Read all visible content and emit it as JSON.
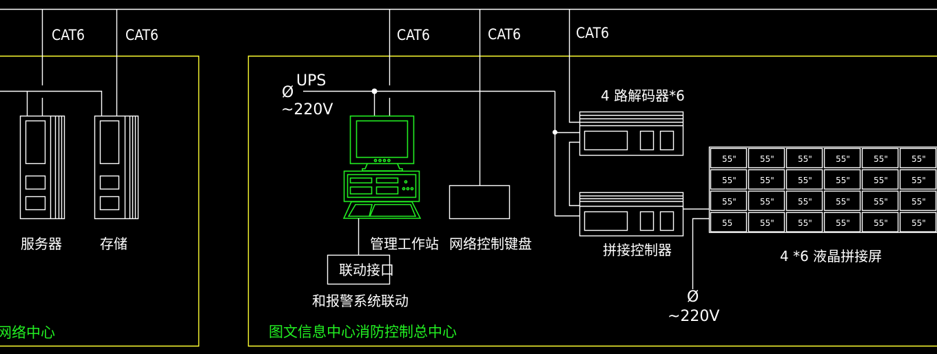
{
  "colors": {
    "background": "#000000",
    "wire": "#ffffff",
    "area_border": "#ffff33",
    "workstation": "#22ee22",
    "area_label": "#22ee22"
  },
  "cable_labels": [
    "CAT6",
    "CAT6",
    "CAT6",
    "CAT6",
    "CAT6"
  ],
  "network_center": {
    "area_label": "网络中心",
    "devices": [
      {
        "label": "服务器",
        "icon": "server-icon"
      },
      {
        "label": "存储",
        "icon": "storage-icon"
      }
    ]
  },
  "control_center": {
    "area_label": "图文信息中心消防控制总中心",
    "power_in": {
      "name": "UPS",
      "symbol": "Ø",
      "voltage": "~220V"
    },
    "workstation": {
      "label": "管理工作站",
      "icon": "workstation-icon"
    },
    "keyboard": {
      "label": "网络控制键盘"
    },
    "linkage": {
      "box_label": "联动接口",
      "caption": "和报警系统联动"
    },
    "decoder": {
      "label": "4 路解码器*6"
    },
    "splicer": {
      "label": "拼接控制器"
    },
    "power_out": {
      "symbol": "Ø",
      "voltage": "~220V"
    },
    "video_wall": {
      "label": "4 *6  液晶拼接屏",
      "rows": 4,
      "cols": 6,
      "cells": [
        [
          "55\"",
          "55\"",
          "55\"",
          "55\"",
          "55\"",
          "55\""
        ],
        [
          "55\"",
          "55\"",
          "55\"",
          "55\"",
          "55\"",
          "55\""
        ],
        [
          "55\"",
          "55\"",
          "55\"",
          "55\"",
          "55\"",
          "55\""
        ],
        [
          "55",
          "55\"",
          "55\"",
          "55\"",
          "55\"",
          "55\""
        ]
      ]
    }
  }
}
